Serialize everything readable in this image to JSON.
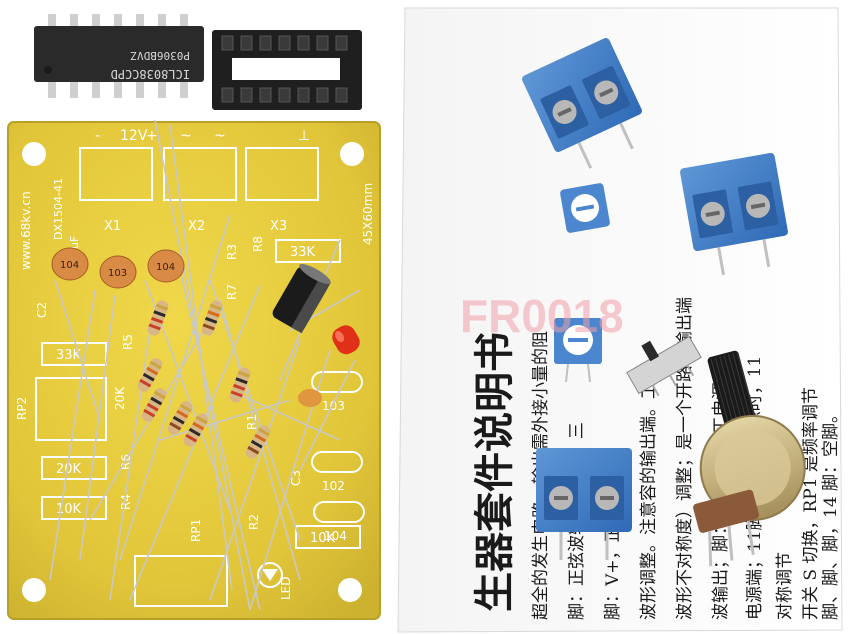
{
  "chip": {
    "line1": "ICL8038CCPD",
    "line2": "P0306BDVZ"
  },
  "pcb": {
    "header_labels": [
      "-",
      "12V",
      "+",
      "~",
      "~",
      "⊥"
    ],
    "terminal_labels": [
      "X1",
      "X2",
      "X3"
    ],
    "website": "www.68kv.cn",
    "model": "DX1504-41",
    "size": "45X60mm",
    "cap_label": "100uF",
    "resistor_labels": [
      "33K",
      "33K",
      "20K",
      "10K",
      "10K"
    ],
    "part_refs": [
      "C2",
      "R5",
      "RP2",
      "R6",
      "R4",
      "C3",
      "RP1",
      "R2",
      "R3",
      "R7",
      "R8",
      "R1",
      "LED"
    ],
    "cap_values": [
      "103",
      "102",
      "104"
    ],
    "pot_value": "20K",
    "ceramic_caps": [
      "104",
      "103",
      "104"
    ]
  },
  "sheet": {
    "title": "生器套件说明书",
    "lines": [
      "超全的发生电路。输出需外接小量的阻",
      "脚：正弦波输出；3脚：三",
      "脚：V+，正电源；7",
      "波形调整。注意容的输出端。工",
      "波形不对称度）调整；是一个开路的输出端",
      "波输出；脚：V-或接地，工电源",
      "电源端；11脚接单一正电源时，11",
      "对称调节",
      "开关 S 切换，RP1 是频率调节",
      "脚、脚、脚，14 脚：空脚。"
    ]
  },
  "watermark": "FR0018"
}
